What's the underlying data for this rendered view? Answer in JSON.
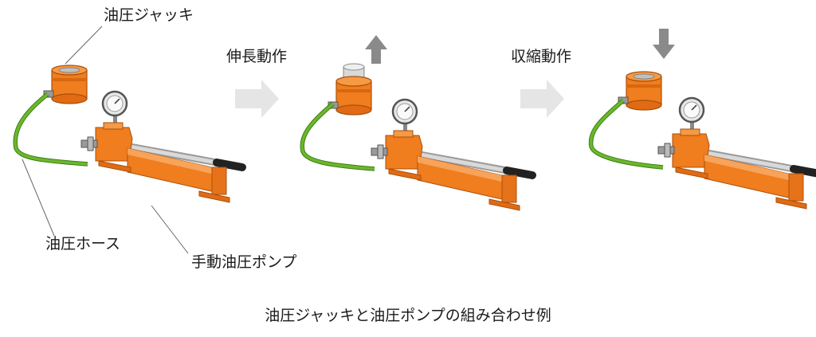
{
  "labels": {
    "jack": "油圧ジャッキ",
    "hose": "油圧ホース",
    "pump": "手動油圧ポンプ",
    "extend": "伸長動作",
    "retract": "収縮動作"
  },
  "caption": "油圧ジャッキと油圧ポンプの組み合わせ例",
  "colors": {
    "orange": "#f07d1e",
    "hose_green": "#6ab82c",
    "arrow_gray": "#8a8a8a",
    "flow_arrow": "#e5e5e5"
  }
}
